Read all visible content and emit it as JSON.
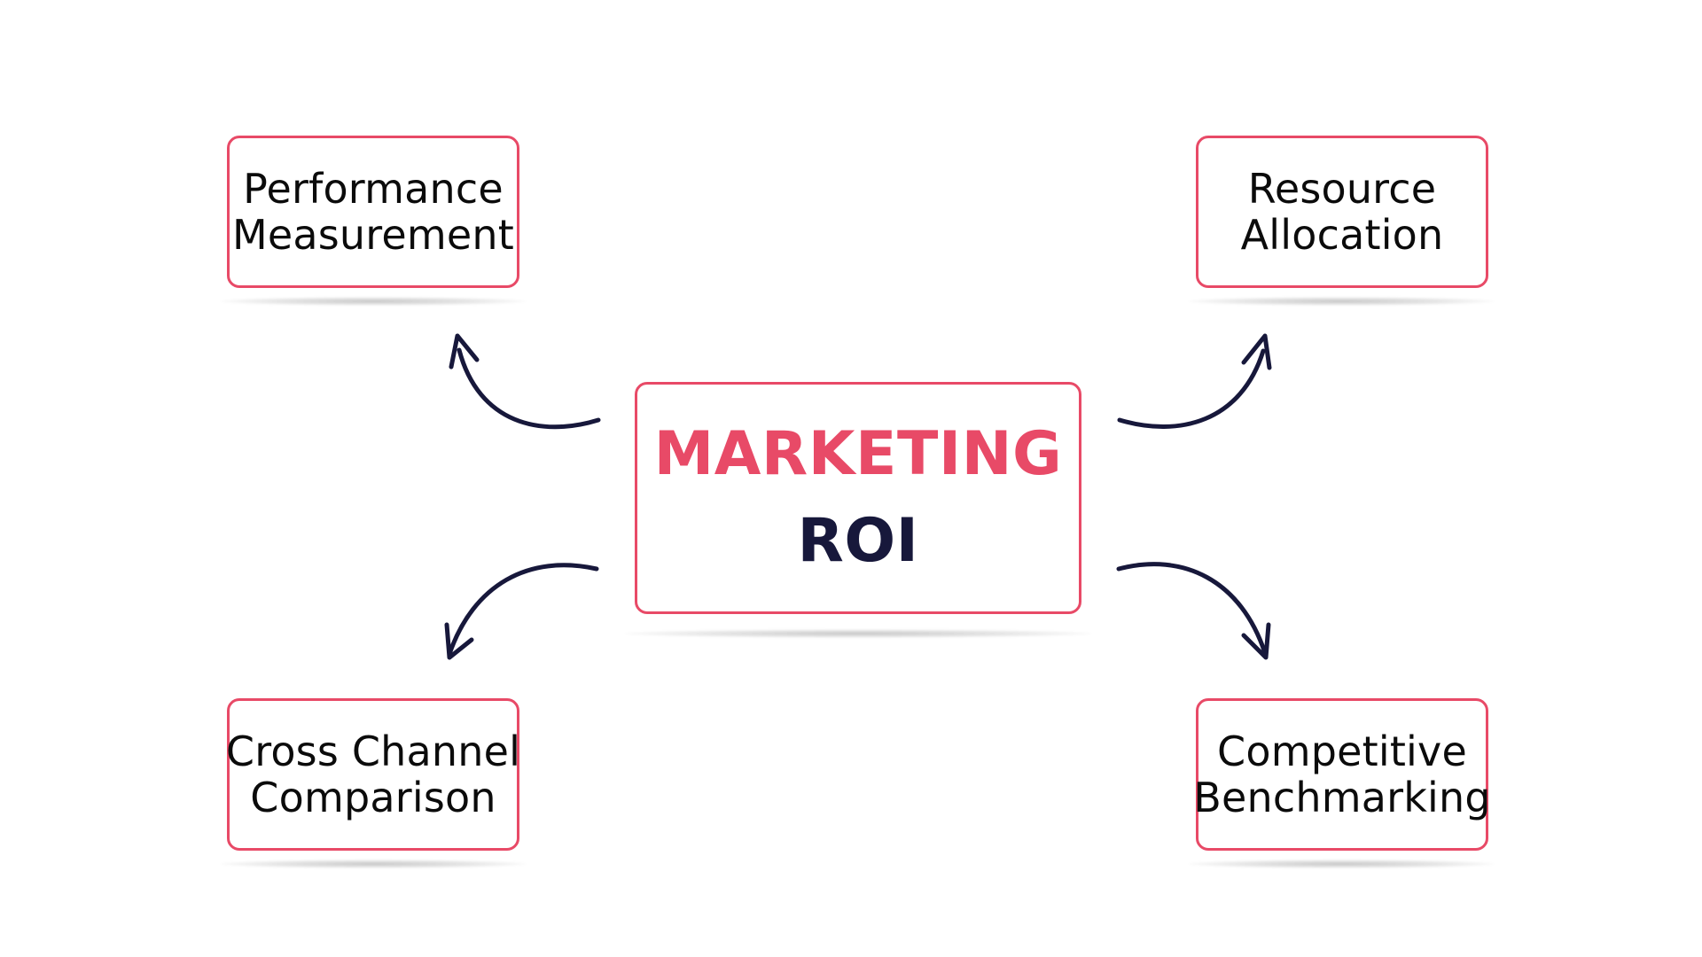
{
  "diagram": {
    "center": {
      "line1": "MARKETING",
      "line2": "ROI"
    },
    "nodes": [
      {
        "id": "performance-measurement",
        "line1": "Performance",
        "line2": "Measurement"
      },
      {
        "id": "resource-allocation",
        "line1": "Resource",
        "line2": "Allocation"
      },
      {
        "id": "cross-channel-comparison",
        "line1": "Cross Channel",
        "line2": "Comparison"
      },
      {
        "id": "competitive-benchmarking",
        "line1": "Competitive",
        "line2": "Benchmarking"
      }
    ]
  },
  "colors": {
    "accent": "#e84a67",
    "dark": "#17183b",
    "text": "#0b0b0b",
    "background": "#ffffff"
  }
}
